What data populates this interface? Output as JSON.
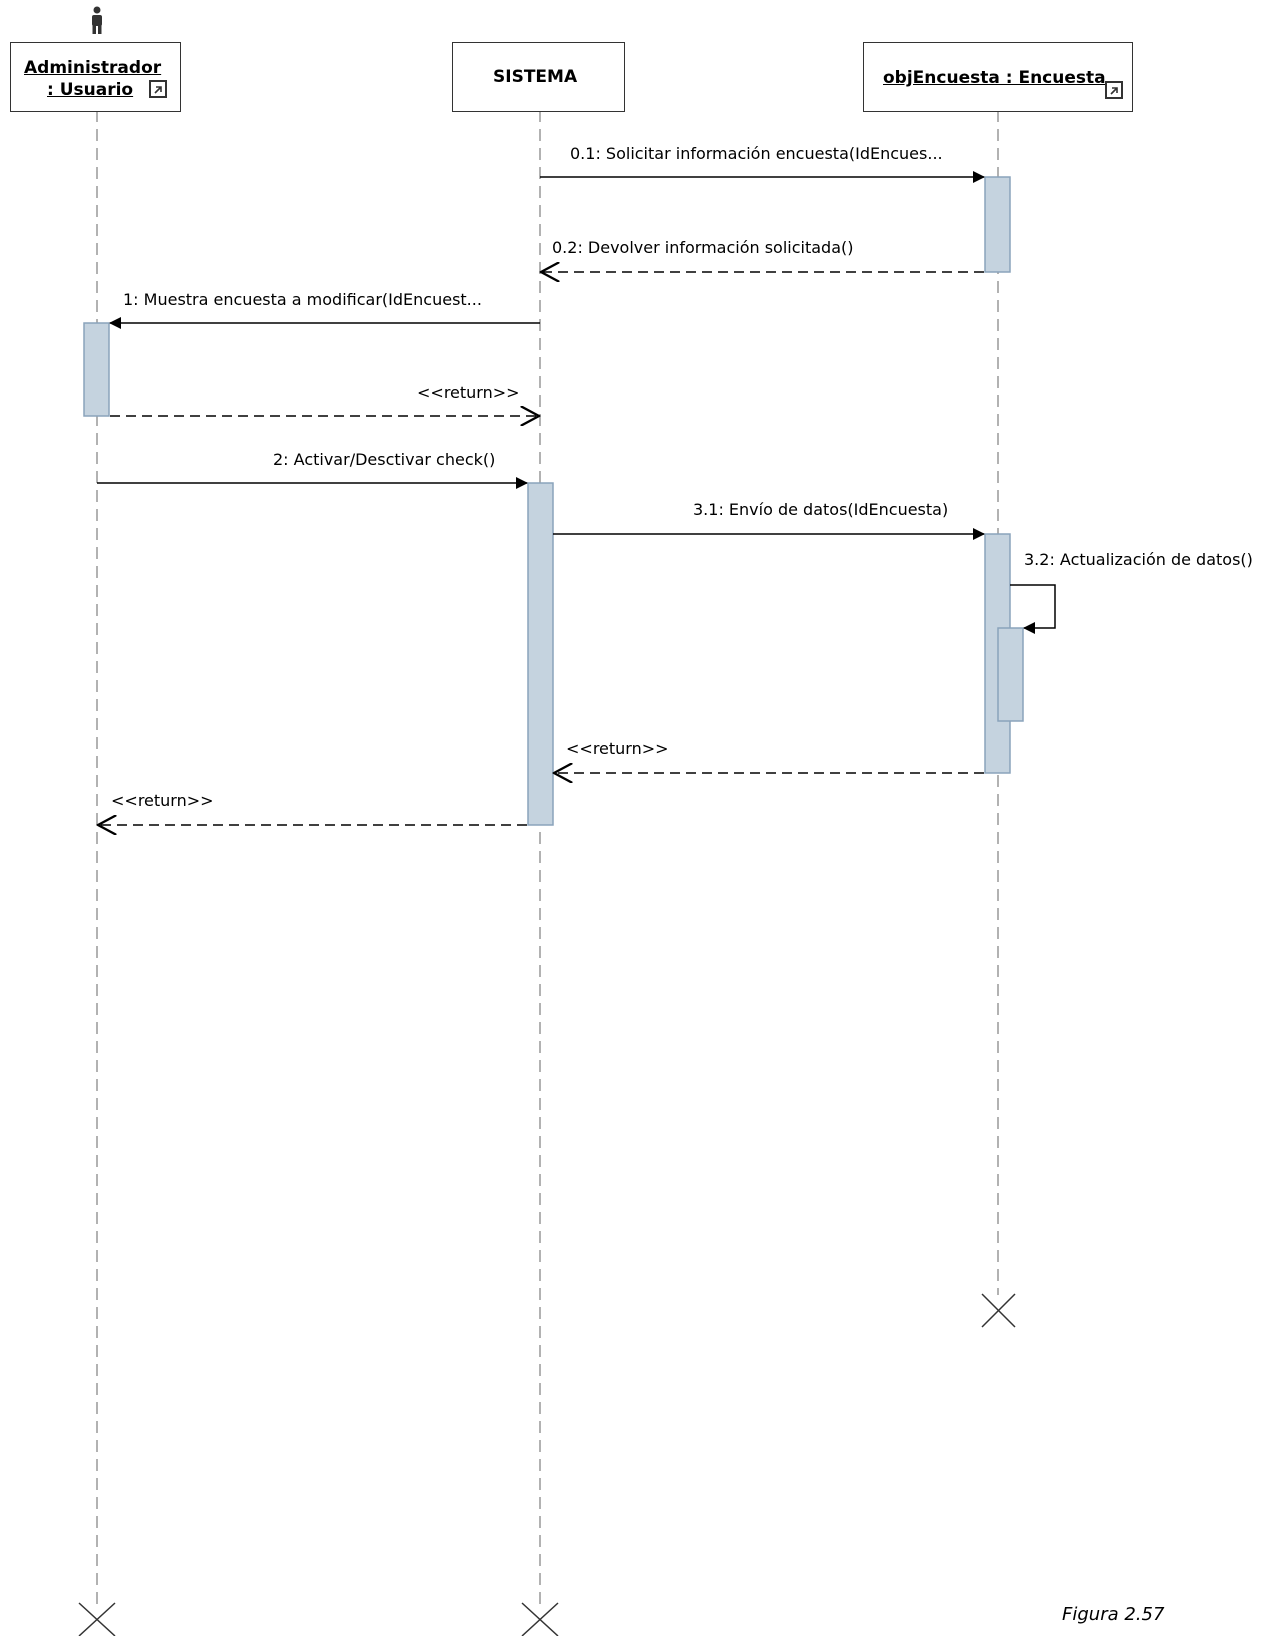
{
  "lifelines": {
    "admin": {
      "line1": "Administrador",
      "line2": ": Usuario"
    },
    "sistema": {
      "label": "SISTEMA"
    },
    "encuesta": {
      "label": "objEncuesta : Encuesta"
    }
  },
  "messages": {
    "m01": "0.1: Solicitar información encuesta(IdEncues...",
    "m02": "0.2: Devolver información solicitada()",
    "m1": "1: Muestra encuesta a modificar(IdEncuest...",
    "m1r": "<<return>>",
    "m2": "2: Activar/Desctivar check()",
    "m31": "3.1: Envío de datos(IdEncuesta)",
    "m32": "3.2: Actualización de datos()",
    "m31r": "<<return>>",
    "m2r": "<<return>>"
  },
  "caption": "Figura 2.57",
  "colors": {
    "activation_fill": "#c5d3df",
    "activation_border": "#8aa3bb",
    "line": "#000000",
    "lifeline": "#999999"
  }
}
